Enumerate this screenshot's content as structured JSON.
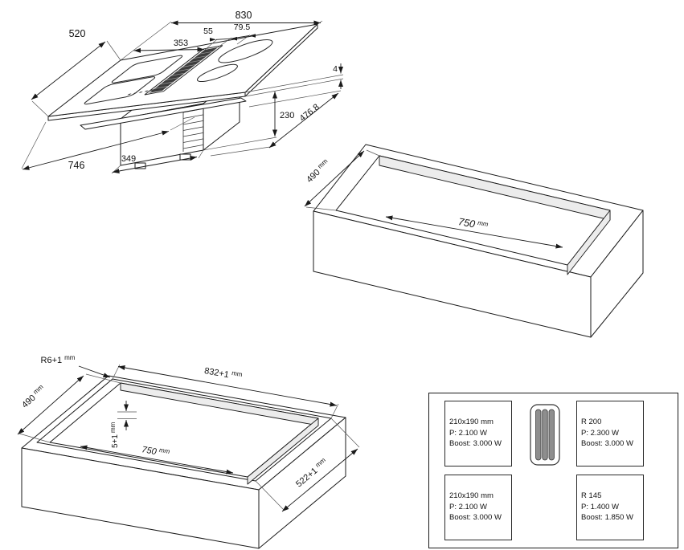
{
  "colors": {
    "line": "#1a1a1a",
    "wall_shade": "#ececec",
    "grille_dark": "#3d3d3d"
  },
  "cooktop_drawing": {
    "dims": {
      "top_width": "830",
      "top_depth": "520",
      "grille_width": "55",
      "grille_to_zone": "79.5",
      "left_to_grille": "353",
      "glass_thickness": "4",
      "body_depth": "476.8",
      "body_width": "746",
      "motor_width": "349",
      "motor_height": "230"
    }
  },
  "worktop_cutout_drawing": {
    "dims": {
      "depth_value": "490",
      "depth_unit": "mm",
      "width_value": "750",
      "width_unit": "mm"
    }
  },
  "flush_cutout_drawing": {
    "dims": {
      "corner_radius_value": "R6+1",
      "corner_radius_unit": "mm",
      "outer_width_value": "832+1",
      "outer_width_unit": "mm",
      "inner_depth_value": "490",
      "inner_depth_unit": "mm",
      "step_value": "5+1",
      "step_unit": "mm",
      "inner_width_value": "750",
      "inner_width_unit": "mm",
      "outer_depth_value": "522+1",
      "outer_depth_unit": "mm"
    }
  },
  "zone_panel": {
    "center_icon": "vent-grille-icon",
    "boxes": [
      {
        "size": "210x190 mm",
        "power": "P: 2.100 W",
        "boost": "Boost: 3.000 W"
      },
      {
        "size": "R 200",
        "power": "P: 2.300 W",
        "boost": "Boost: 3.000 W"
      },
      {
        "size": "210x190 mm",
        "power": "P: 2.100 W",
        "boost": "Boost: 3.000 W"
      },
      {
        "size": "R 145",
        "power": "P: 1.400 W",
        "boost": "Boost: 1.850 W"
      }
    ]
  }
}
